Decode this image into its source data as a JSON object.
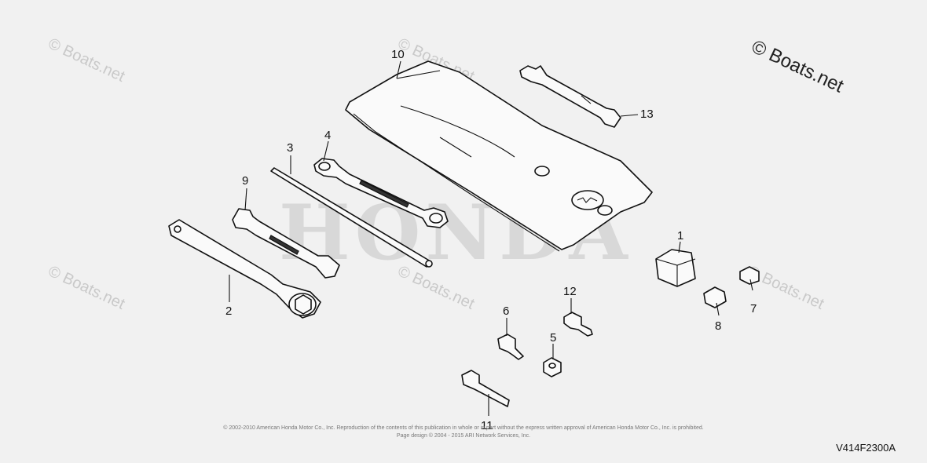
{
  "watermark_main": "© Boats.net",
  "watermark_repeat": "© Boats.net",
  "brand_text": "HONDA",
  "copyright_line1": "© 2002-2010 American Honda Motor Co., Inc. Reproduction of the contents of this publication in whole or in part without the express written approval of American Honda Motor Co., Inc. is prohibited.",
  "copyright_line2": "Page design © 2004 - 2015 ARI Network Services, Inc.",
  "diagram_code": "V414F2300A",
  "callouts": {
    "c1": "1",
    "c2": "2",
    "c3": "3",
    "c4": "4",
    "c5": "5",
    "c6": "6",
    "c7": "7",
    "c8": "8",
    "c9": "9",
    "c10": "10",
    "c11": "11",
    "c12": "12",
    "c13": "13"
  }
}
